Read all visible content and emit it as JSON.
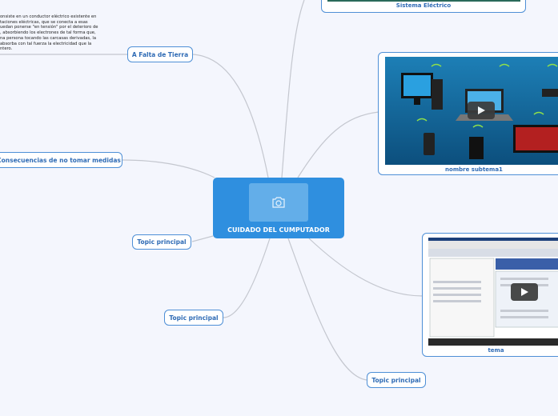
{
  "central": {
    "title": "CUIDADO DEL CUMPUTADOR"
  },
  "note": {
    "lines": [
      "onsiste en un conductor eléctrico existente en",
      "taciones eléctricas, que se conecta a esas",
      "uedan ponerse \"en tensión\" por el deterioro de",
      ", absorbiendo los electrones de tal forma que,",
      "na persona tocando las carcasas derivadas, la",
      "absorba con tal fuerza la electricidad que la",
      "ntero."
    ]
  },
  "topics": {
    "falta_tierra": "A Falta de Tierra",
    "consecuencias": "Consecuencias de no tomar medidas",
    "topic_left_1": "Topic principal",
    "topic_left_2": "Topic principal",
    "topic_bottom": "Topic principal"
  },
  "media": {
    "sistema": "Sistema Eléctrico",
    "subtema": "nombre subtema1",
    "tema": "tema"
  },
  "colors": {
    "background": "#f4f6fd",
    "accent": "#2f8fdf",
    "border": "#4e8fd6",
    "link": "#c4c7cf"
  }
}
